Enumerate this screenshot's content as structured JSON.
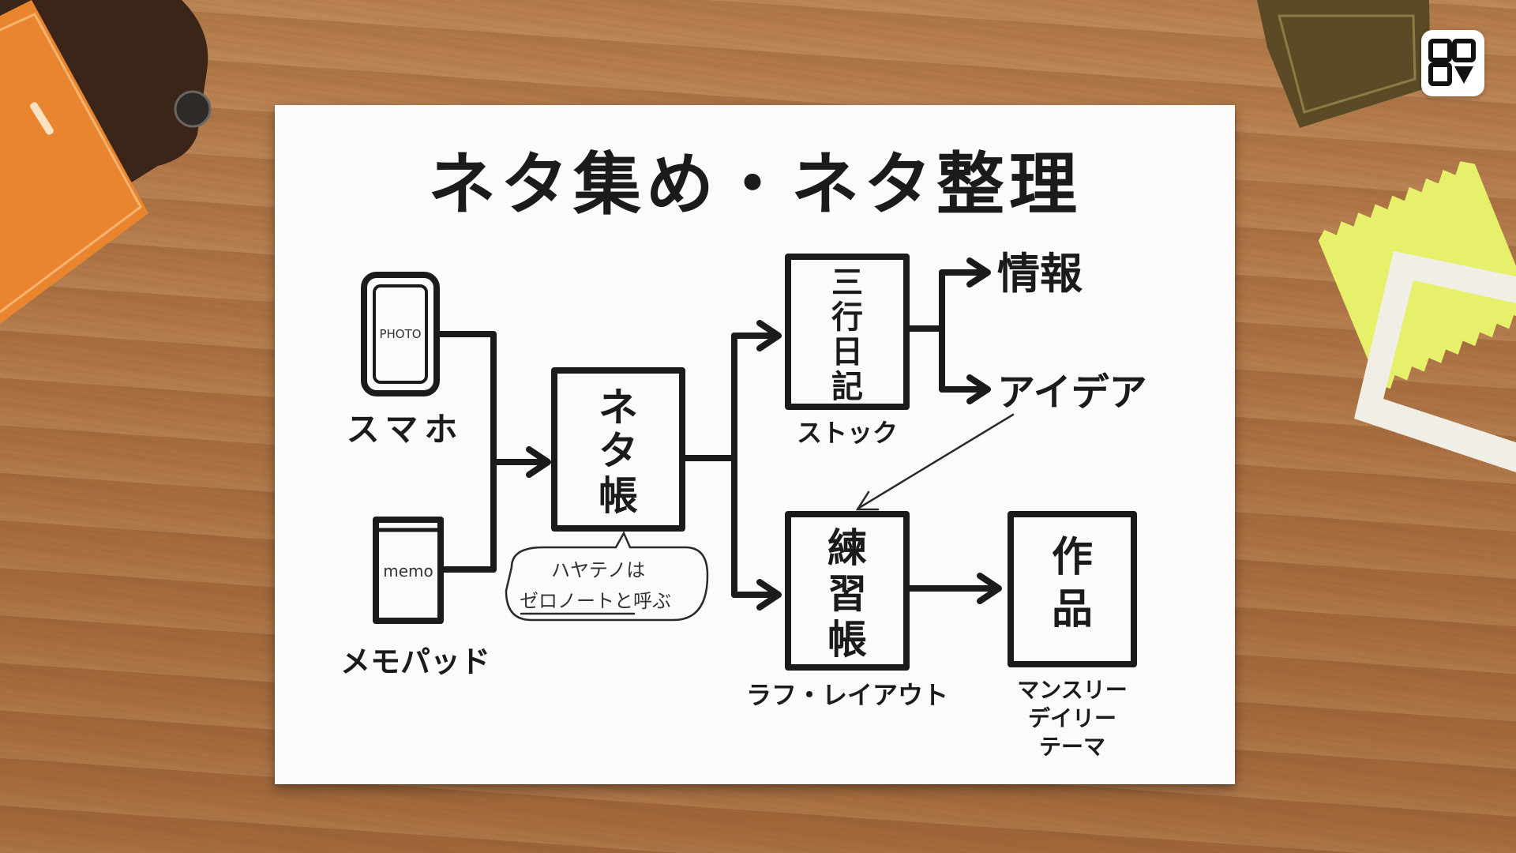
{
  "title": "ネタ集め・ネタ整理",
  "sources": {
    "phone_screen": "PHOTO",
    "phone_label": "スマホ",
    "memo_cover": "memo",
    "memo_label": "メモパッド"
  },
  "center": {
    "box": [
      "ネ",
      "タ",
      "帳"
    ],
    "bubble_line1": "ハヤテノは",
    "bubble_line2": "ゼロノートと呼ぶ"
  },
  "diary": {
    "box": [
      "三",
      "行",
      "日",
      "記"
    ],
    "label": "ストック",
    "out_info": "情報",
    "out_idea": "アイデア"
  },
  "practice": {
    "box": [
      "練",
      "習",
      "帳"
    ],
    "label": "ラフ・レイアウト"
  },
  "works": {
    "box": [
      "作",
      "品"
    ],
    "label_lines": [
      "マンスリー",
      "デイリー",
      "テーマ"
    ]
  },
  "colors": {
    "ink": "#1b1b1b",
    "paper": "#fbfbf9",
    "wood": "#b17747",
    "sticky_yellow": "#e6f06a",
    "orange_notebook": "#e9852f"
  }
}
